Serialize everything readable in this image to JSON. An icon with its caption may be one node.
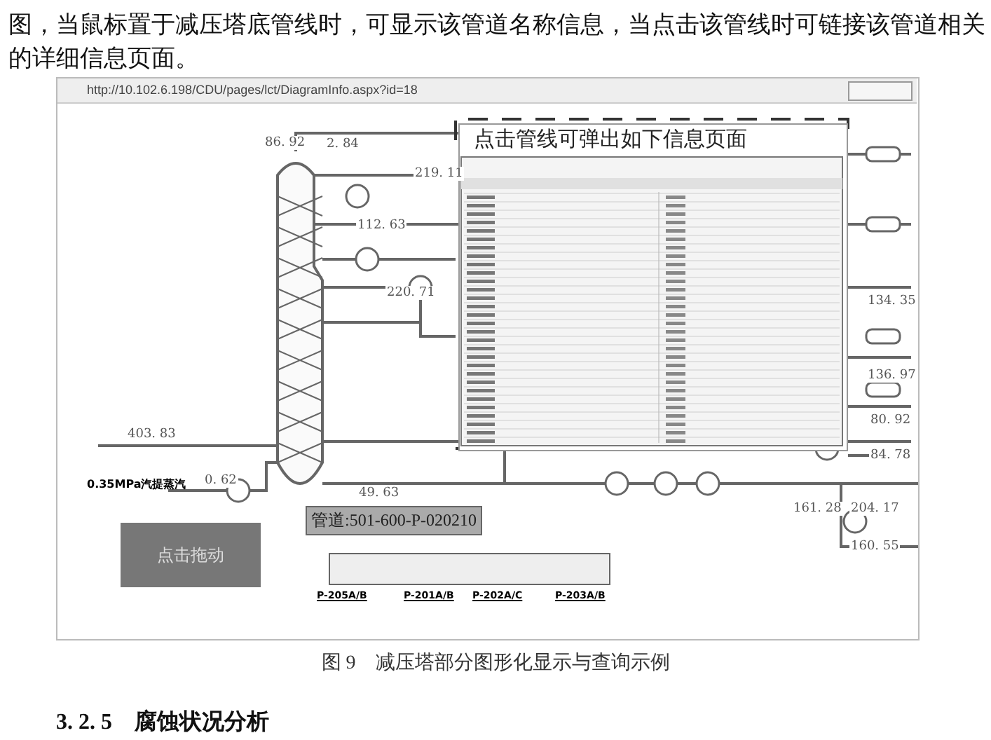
{
  "diagram": {
    "caption": "图 9　减压塔部分图形化显示与查询示例",
    "labels": [
      "图，当鼠标置于减压塔底管线时，可显示该管道名称信息，当点击该管线时可链接该管道相关的详细信息页面。",
      "http://10.102.6.198/CDU/pages/lct/DiagramInfo.aspx?id=18",
      "86. 92",
      "2. 84",
      "点击管线可弹出如下信息页面",
      "219. 11",
      "112. 63",
      "220. 71",
      "134. 35",
      "136. 97",
      "80. 92",
      "403. 83",
      "84. 78",
      "0. 62",
      "49. 63",
      "0.35MPa汽提蒸汽",
      "管道:501-600-P-020210",
      "161. 28",
      "204. 17",
      "点击拖动",
      "160. 55",
      "P-205A/B",
      "P-201A/B",
      "P-202A/C",
      "P-203A/B",
      "3. 2. 5　腐蚀状况分析"
    ]
  }
}
